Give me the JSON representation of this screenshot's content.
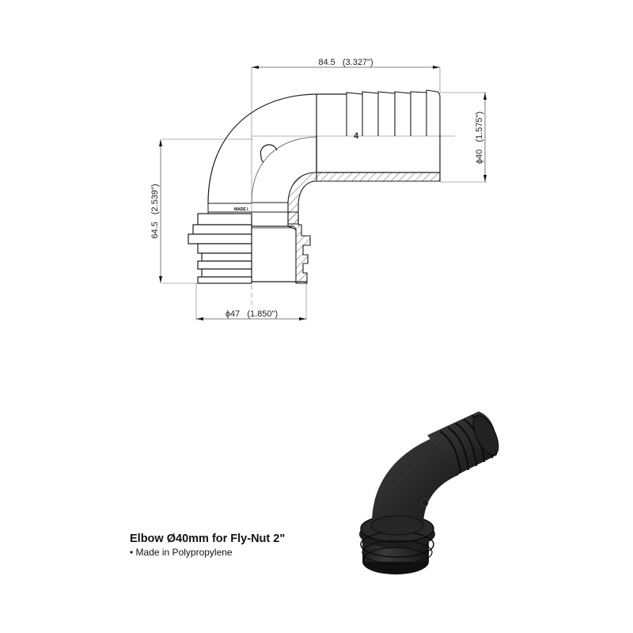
{
  "drawing": {
    "dimensions": {
      "width_top": {
        "value": "84.5",
        "inch": "(3.327\")"
      },
      "outlet_diameter": {
        "value": "ϕ40",
        "inch": "(1.575\")"
      },
      "height_left": {
        "value": "64.5",
        "inch": "(2.539\")"
      },
      "thread_diameter": {
        "value": "ϕ47",
        "inch": "(1.850\")"
      }
    },
    "molded_mark": "MADE I",
    "barb_mark": "4",
    "line_color": "#1a1a1a",
    "hatch_color": "#333333",
    "guide_color": "#9a9a9a"
  },
  "render": {
    "body_color": "#2b2b2b",
    "highlight_color": "#4a4a4a"
  },
  "caption": {
    "title": "Elbow Ø40mm for Fly-Nut 2\"",
    "bullets": [
      "• Made in Polypropylene"
    ]
  }
}
